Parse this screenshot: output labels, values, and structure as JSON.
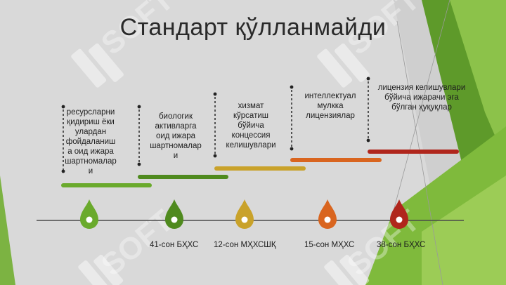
{
  "title": "Стандарт қўлланмайди",
  "watermark": "SOFT",
  "colors": {
    "background": "#d9d9d9",
    "accent_green": "#6aaa2c",
    "dark_green": "#4f8a1e",
    "yellow": "#c9a22a",
    "orange": "#d9651f",
    "red": "#b0261c",
    "axis": "#4a4a4a"
  },
  "milestones": [
    {
      "label": "ресурсларни\nқидириш ёки\nулардан\nфойдаланиш\nа оид ижара\nшартномалар\nи",
      "sublabel": "",
      "color": "#6aaa2c"
    },
    {
      "label": "биологик\nактивларга\nоид ижара\nшартномалар\nи",
      "sublabel": "41-сон БҲХС",
      "color": "#4f8a1e"
    },
    {
      "label": "хизмат\nкўрсатиш\nбўйича\nконцессия\nкелишувлари",
      "sublabel": "12-сон МҲХСШҚ",
      "color": "#c9a22a"
    },
    {
      "label": "интеллектуал\nмулкка\nлицензиялар",
      "sublabel": "15-сон МҲХС",
      "color": "#d9651f"
    },
    {
      "label": "лицензия келишувлари\nбўйича ижарачи эга\nбўлган ҳуқуқлар",
      "sublabel": "38-сон БҲХС",
      "color": "#b0261c"
    }
  ]
}
